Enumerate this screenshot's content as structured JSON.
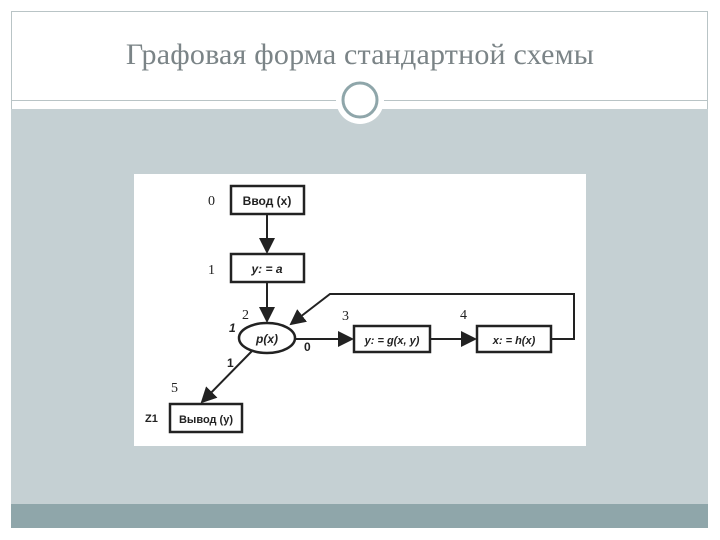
{
  "slide": {
    "title": "Графовая форма стандартной схемы"
  },
  "diagram": {
    "nodes": {
      "input": "Ввод (x)",
      "assign_a": "y: = a",
      "predicate": "p(x)",
      "assign_g": "y: = g(x, y)",
      "assign_h": "x: = h(x)",
      "output": "Вывод (y)"
    },
    "edge_labels": {
      "branch_true": "1",
      "branch_false": "0",
      "predicate_side": "1",
      "output_side": "Z1"
    },
    "step_numbers": [
      "0",
      "1",
      "2",
      "3",
      "4",
      "5"
    ]
  },
  "colors": {
    "title_text": "#7b8487",
    "content_bg": "#c5d0d3",
    "footer_bar": "#8fa6aa",
    "frame_border": "#b9c4c6"
  }
}
